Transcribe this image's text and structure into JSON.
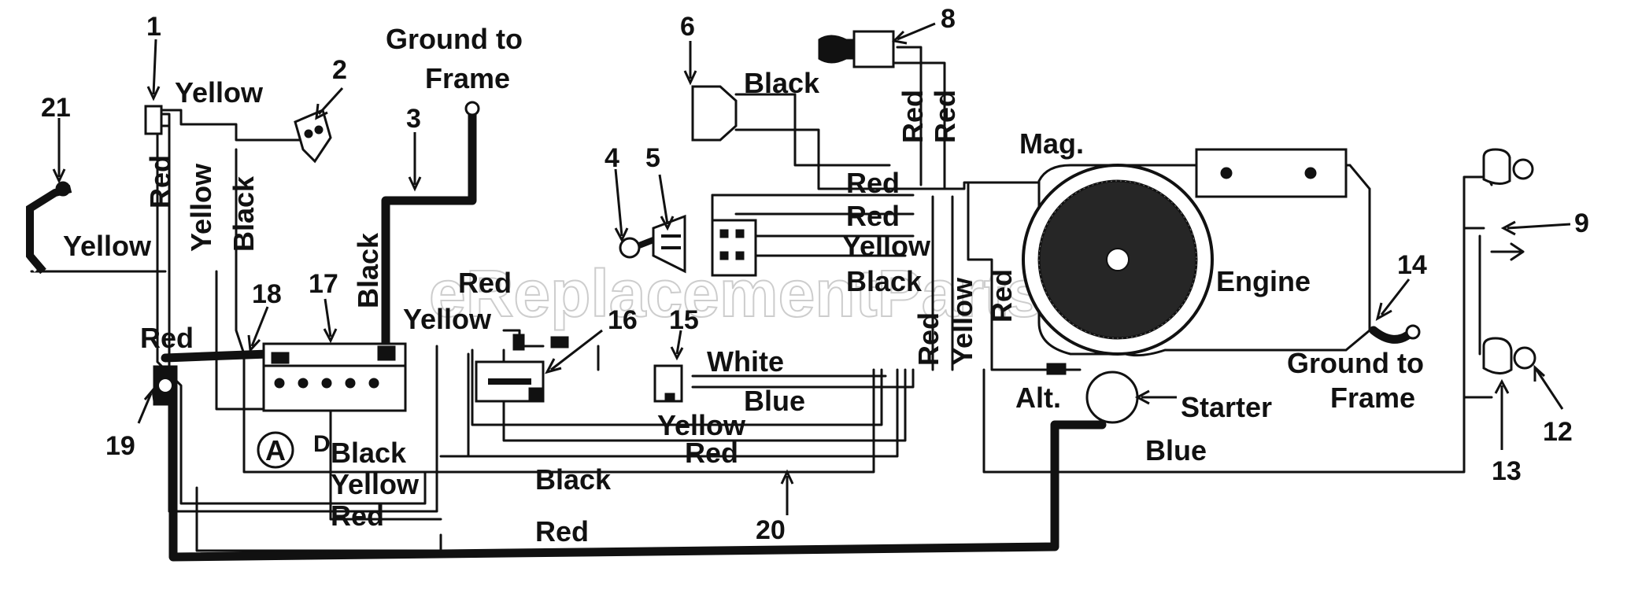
{
  "callouts": [
    "1",
    "2",
    "3",
    "4",
    "5",
    "6",
    "8",
    "9",
    "12",
    "13",
    "14",
    "15",
    "16",
    "17",
    "18",
    "19",
    "20",
    "21"
  ],
  "labels": {
    "ground_top": "Ground to",
    "frame_top": "Frame",
    "ground_right": "Ground to",
    "frame_right": "Frame",
    "engine": "Engine",
    "mag": "Mag.",
    "alt": "Alt.",
    "starter": "Starter",
    "circle_a": "A",
    "pin_d": "D"
  },
  "wire_labels": {
    "yellow_top": "Yellow",
    "red_left_vertical": "Red",
    "yellow_left_vertical": "Yellow",
    "black_left_vertical": "Black",
    "yellow_left": "Yellow",
    "black_battery": "Black",
    "red_terminal": "Red",
    "red_center": "Red",
    "yellow_center": "Yellow",
    "black_switch": "Black",
    "red_v1": "Red",
    "red_v2": "Red",
    "red_harness1": "Red",
    "red_harness2": "Red",
    "yellow_harness": "Yellow",
    "black_harness": "Black",
    "red_engine_vertical": "Red",
    "red_v3": "Red",
    "yellow_v3": "Yellow",
    "white": "White",
    "blue_mid": "Blue",
    "yellow_low": "Yellow",
    "red_low": "Red",
    "black_a": "Black",
    "yellow_a": "Yellow",
    "black_bottom": "Black",
    "red_bottom_left": "Red",
    "red_bottom": "Red",
    "blue_right": "Blue"
  },
  "watermark": "eReplacementParts.com",
  "colors": {
    "ink": "#111111",
    "watermark": "#b9b9b9",
    "background": "#ffffff"
  }
}
